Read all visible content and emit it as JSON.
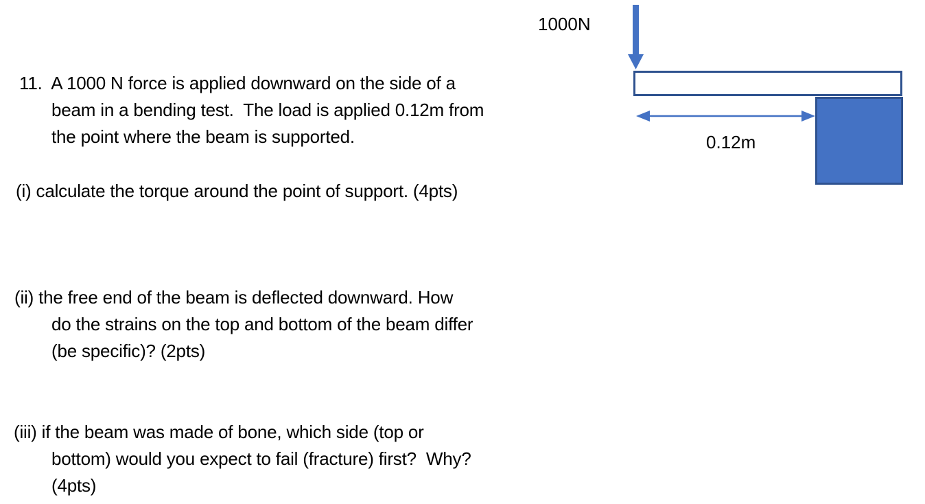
{
  "content": {
    "question11": {
      "lines": [
        "11.  A 1000 N force is applied downward on the side of a",
        "beam in a bending test.  The load is applied 0.12m from",
        "the point where the beam is supported."
      ]
    },
    "part_i": {
      "lines": [
        "(i) calculate the torque around the point of support. (4pts)"
      ]
    },
    "part_ii": {
      "lines": [
        "(ii) the free end of the beam is deflected downward. How",
        "do the strains on the top and bottom of the beam differ",
        "(be specific)? (2pts)"
      ]
    },
    "part_iii": {
      "lines": [
        "(iii) if the beam was made of bone, which side (top or",
        "bottom) would you expect to fail (fracture) first?  Why?",
        "(4pts)"
      ]
    }
  },
  "diagram": {
    "force_label": "1000N",
    "distance_label": "0.12m",
    "colors": {
      "arrow_blue": "#4472C4",
      "outline_blue": "#2F528F",
      "beam_fill": "#ffffff",
      "support_fill": "#4472C4",
      "dimension_blue": "#4472C4"
    }
  }
}
